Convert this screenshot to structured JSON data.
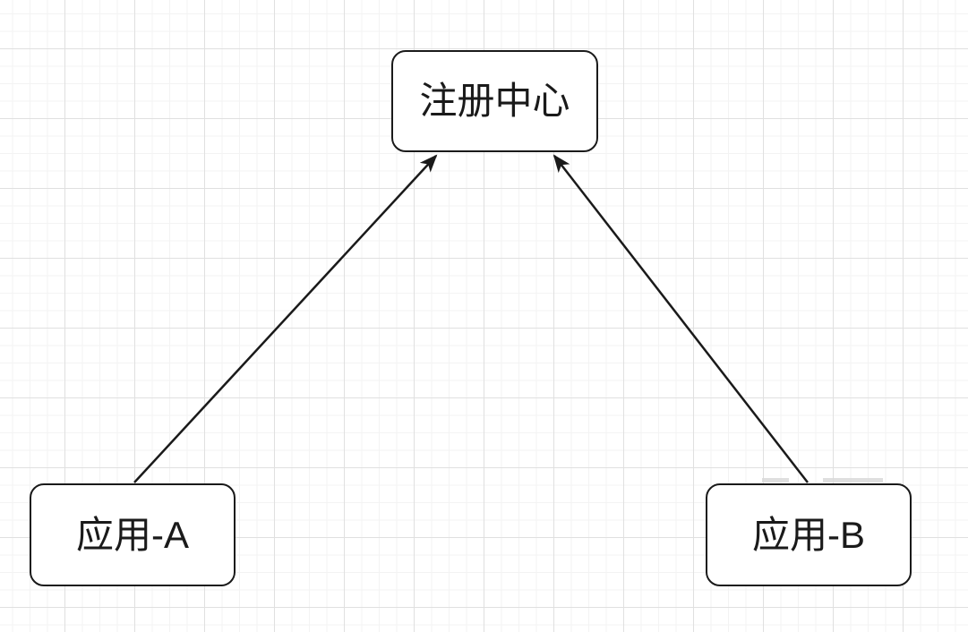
{
  "canvas": {
    "background_color": "#ffffff",
    "grid_minor_color": "#f3f3f3",
    "grid_major_color": "#e0e0e0"
  },
  "diagram": {
    "stroke_color": "#1a1a1a",
    "node_fill_color": "#ffffff",
    "nodes": [
      {
        "id": "registry-center",
        "label": "注册中心"
      },
      {
        "id": "app-a",
        "label": "应用-A"
      },
      {
        "id": "app-b",
        "label": "应用-B"
      }
    ],
    "edges": [
      {
        "from": "app-a",
        "to": "registry-center",
        "arrow": "filled-triangle"
      },
      {
        "from": "app-b",
        "to": "registry-center",
        "arrow": "filled-triangle"
      }
    ]
  }
}
